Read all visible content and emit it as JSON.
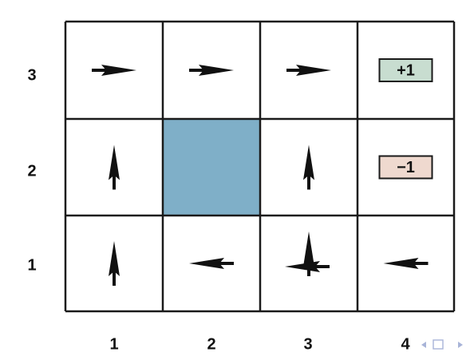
{
  "colors": {
    "grid_line": "#1a1a1a",
    "wall": "#7fafc8",
    "positive_reward_bg": "#c8ddd0",
    "negative_reward_bg": "#efd9cf",
    "arrow": "#111111",
    "nav": "#a8b4d8"
  },
  "grid": {
    "columns": 4,
    "rows": 3,
    "column_labels": [
      "1",
      "2",
      "3",
      "4"
    ],
    "row_labels": [
      "3",
      "2",
      "1"
    ],
    "cells": [
      {
        "col": 1,
        "row": 3,
        "kind": "arrow",
        "arrows": [
          "right"
        ]
      },
      {
        "col": 2,
        "row": 3,
        "kind": "arrow",
        "arrows": [
          "right"
        ]
      },
      {
        "col": 3,
        "row": 3,
        "kind": "arrow",
        "arrows": [
          "right"
        ]
      },
      {
        "col": 4,
        "row": 3,
        "kind": "reward",
        "label": "+1",
        "sign": "positive"
      },
      {
        "col": 1,
        "row": 2,
        "kind": "arrow",
        "arrows": [
          "up"
        ]
      },
      {
        "col": 2,
        "row": 2,
        "kind": "wall"
      },
      {
        "col": 3,
        "row": 2,
        "kind": "arrow",
        "arrows": [
          "up"
        ]
      },
      {
        "col": 4,
        "row": 2,
        "kind": "reward",
        "label": "−1",
        "sign": "negative"
      },
      {
        "col": 1,
        "row": 1,
        "kind": "arrow",
        "arrows": [
          "up"
        ]
      },
      {
        "col": 2,
        "row": 1,
        "kind": "arrow",
        "arrows": [
          "left"
        ]
      },
      {
        "col": 3,
        "row": 1,
        "kind": "arrow",
        "arrows": [
          "up",
          "left"
        ]
      },
      {
        "col": 4,
        "row": 1,
        "kind": "arrow",
        "arrows": [
          "left"
        ]
      }
    ]
  },
  "nav": {
    "prev_icon": "triangle-left-icon",
    "frame_icon": "square-outline-icon",
    "next_icon": "triangle-right-icon"
  }
}
